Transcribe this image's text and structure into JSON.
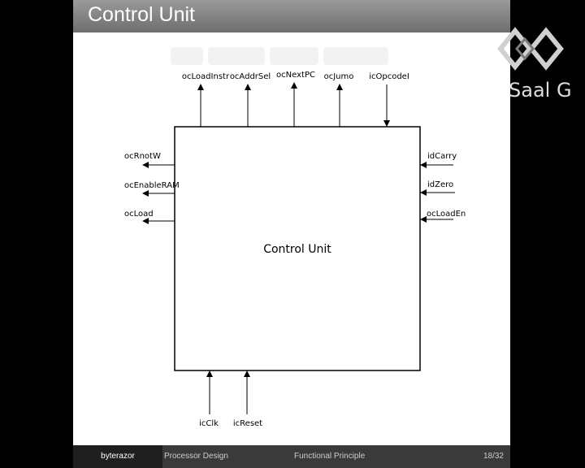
{
  "slide": {
    "title": "Control Unit",
    "logo_text": "Saal G"
  },
  "diagram": {
    "block_label": "Control Unit",
    "top_signals": [
      {
        "label": "ocLoadInstr",
        "direction": "out"
      },
      {
        "label": "ocAddrSel",
        "direction": "out"
      },
      {
        "label": "ocNextPC",
        "direction": "out"
      },
      {
        "label": "ocJumo",
        "direction": "out"
      },
      {
        "label": "icOpcodeI",
        "direction": "in"
      }
    ],
    "left_signals": [
      {
        "label": "ocRnotW",
        "direction": "out"
      },
      {
        "label": "ocEnableRAM",
        "direction": "out"
      },
      {
        "label": "ocLoad",
        "direction": "out"
      }
    ],
    "right_signals": [
      {
        "label": "idCarry",
        "direction": "in"
      },
      {
        "label": "idZero",
        "direction": "in"
      },
      {
        "label": "ocLoadEn",
        "direction": "in"
      }
    ],
    "bottom_signals": [
      {
        "label": "icClk",
        "direction": "in"
      },
      {
        "label": "icReset",
        "direction": "in"
      }
    ]
  },
  "footer": {
    "author": "byterazor",
    "topic": "Processor Design",
    "section": "Functional Principle",
    "page": "18/32"
  }
}
